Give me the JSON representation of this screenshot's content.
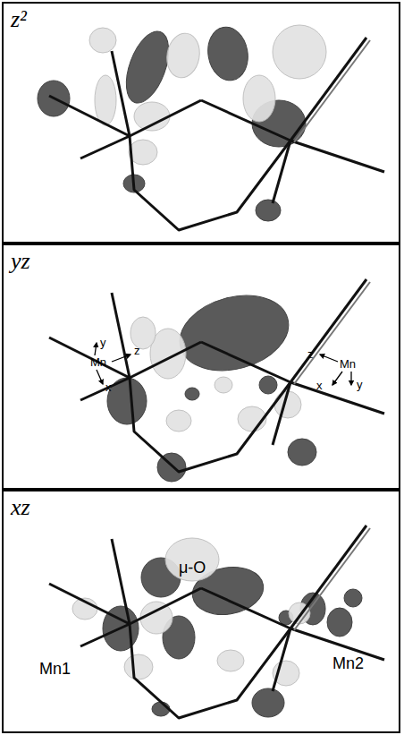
{
  "diagram": {
    "nodes": [
      {
        "text": [
          "z²"
        ]
      },
      {
        "text": [
          "yz"
        ]
      },
      {
        "text": [
          "xz"
        ]
      }
    ],
    "labels": [
      "y",
      "Mn",
      "z",
      "x",
      "z",
      "Mn",
      "x",
      "y",
      "μ-O",
      "Mn1",
      "Mn2"
    ]
  }
}
